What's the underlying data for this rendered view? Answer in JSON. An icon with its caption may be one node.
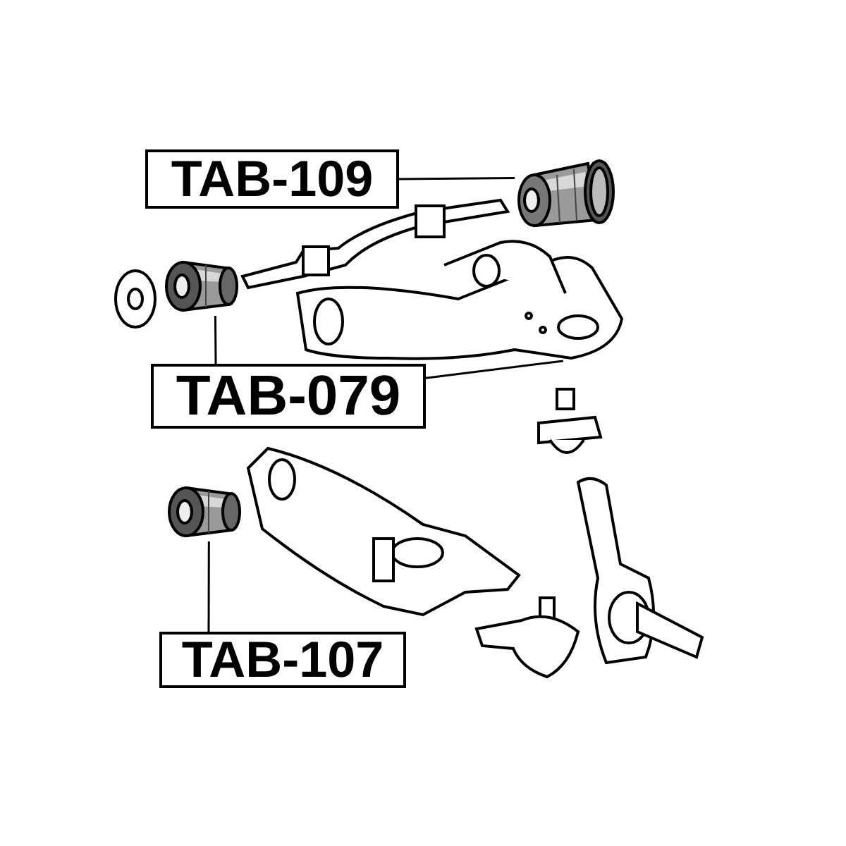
{
  "diagram": {
    "nodes": [
      {
        "text": [
          "TAB-109"
        ]
      },
      {
        "text": [],
        "shape": "picture"
      },
      {
        "text": [
          "TAB-079"
        ]
      },
      {
        "text": [],
        "shape": "picture"
      },
      {
        "text": [],
        "shape": "picture"
      },
      {
        "text": [
          "TAB-107"
        ]
      },
      {
        "text": [],
        "shape": "picture"
      }
    ],
    "edges": [
      {
        "from": 0,
        "to": 1,
        "arrow": "none"
      },
      {
        "from": 2,
        "to": 3,
        "arrow": "none"
      },
      {
        "from": 2,
        "to": 4,
        "arrow": "none"
      },
      {
        "from": 5,
        "to": 6,
        "arrow": "none"
      }
    ]
  }
}
